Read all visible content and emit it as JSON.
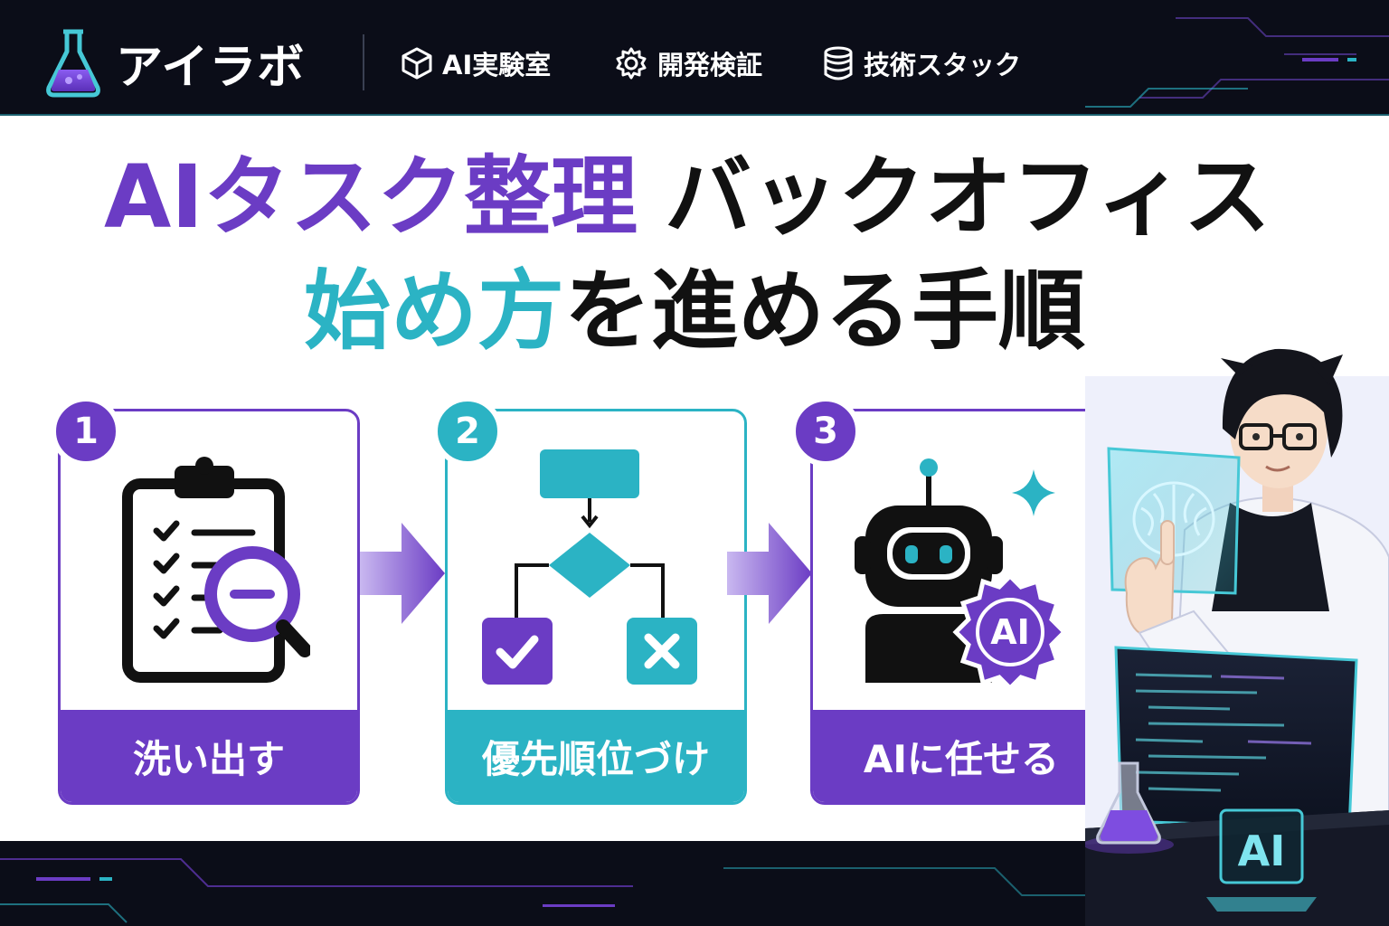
{
  "header": {
    "logo_text": "アイラボ",
    "nav": [
      {
        "label": "AI実験室",
        "icon": "cube-icon"
      },
      {
        "label": "開発検証",
        "icon": "gear-icon"
      },
      {
        "label": "技術スタック",
        "icon": "database-icon"
      }
    ]
  },
  "hero": {
    "title_line1_accent": "AIタスク整理",
    "title_line1_rest": "バックオフィス",
    "title_line2_accent": "始め方",
    "title_line2_rest": "を進める手順"
  },
  "steps": [
    {
      "number": "1",
      "label": "洗い出す",
      "icon": "clipboard-search-icon"
    },
    {
      "number": "2",
      "label": "優先順位づけ",
      "icon": "flowchart-icon"
    },
    {
      "number": "3",
      "label": "AIに任せる",
      "icon": "robot-ai-icon"
    }
  ],
  "illustration": {
    "gear_badge_text": "AI",
    "monitor_badge_text": "AI"
  },
  "colors": {
    "purple": "#6b3cc4",
    "teal": "#2bb3c4",
    "dark": "#0b0d18",
    "text_dark": "#111111"
  }
}
